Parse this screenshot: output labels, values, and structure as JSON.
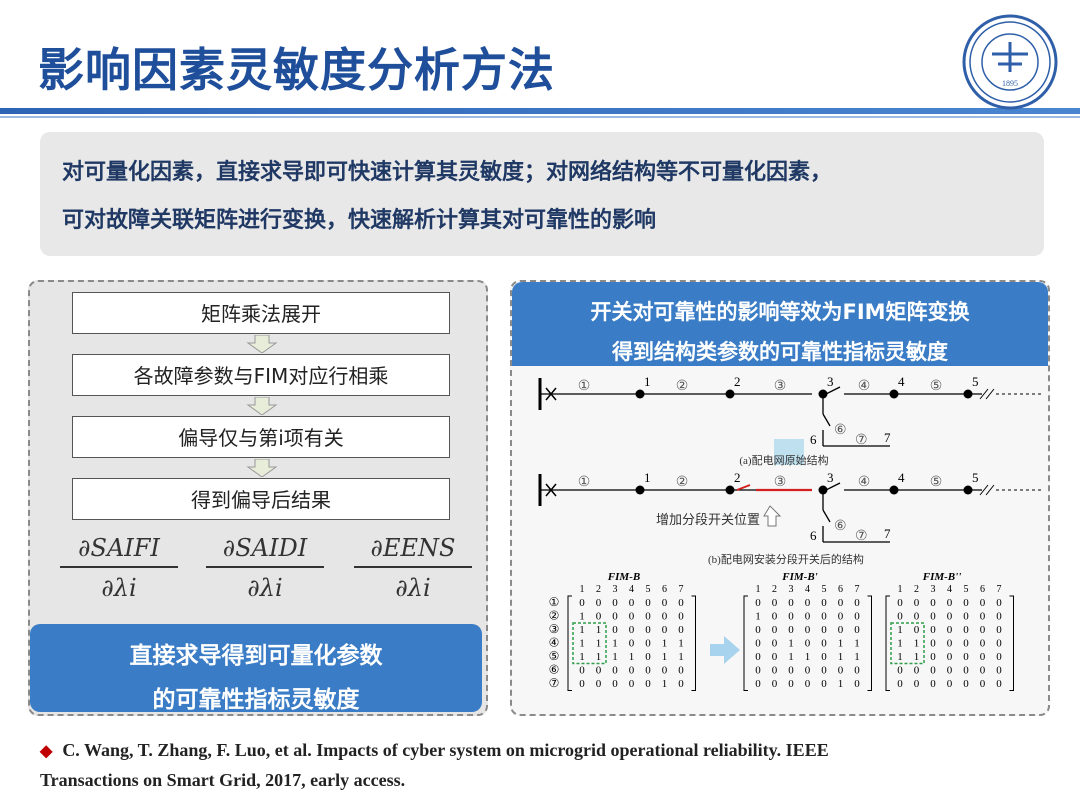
{
  "title": "影响因素灵敏度分析方法",
  "logo": {
    "icon": "university-seal-icon",
    "year": "1895"
  },
  "summary": {
    "line1": "对可量化因素，直接求导即可快速计算其灵敏度；对网络结构等不可量化因素，",
    "line2": "可对故障关联矩阵进行变换，快速解析计算其对可靠性的影响"
  },
  "left": {
    "steps": [
      "矩阵乘法展开",
      "各故障参数与FIM对应行相乘",
      "偏导仅与第i项有关",
      "得到偏导后结果"
    ],
    "formulas": [
      {
        "num": "∂SAIFI",
        "den": "∂λi"
      },
      {
        "num": "∂SAIDI",
        "den": "∂λi"
      },
      {
        "num": "∂EENS",
        "den": "∂λi"
      }
    ],
    "conclusion_line1": "直接求导得到可量化参数",
    "conclusion_line2": "的可靠性指标灵敏度"
  },
  "right": {
    "header_line1": "开关对可靠性的影响等效为FIM矩阵变换",
    "header_line2": "得到结构类参数的可靠性指标灵敏度",
    "caption_a": "(a)配电网原始结构",
    "caption_b": "(b)配电网安装分段开关后的结构",
    "annotation": "增加分段开关位置",
    "branch_labels": [
      "①",
      "②",
      "③",
      "④",
      "⑤",
      "⑥",
      "⑦"
    ],
    "node_labels": [
      "1",
      "2",
      "3",
      "4",
      "5",
      "6",
      "7"
    ],
    "matrices": [
      {
        "title": "FIM-B",
        "cols": [
          "1",
          "2",
          "3",
          "4",
          "5",
          "6",
          "7"
        ],
        "rows": [
          [
            "0",
            "0",
            "0",
            "0",
            "0",
            "0",
            "0"
          ],
          [
            "1",
            "0",
            "0",
            "0",
            "0",
            "0",
            "0"
          ],
          [
            "1",
            "1",
            "0",
            "0",
            "0",
            "0",
            "0"
          ],
          [
            "1",
            "1",
            "1",
            "0",
            "0",
            "1",
            "1"
          ],
          [
            "1",
            "1",
            "1",
            "1",
            "0",
            "1",
            "1"
          ],
          [
            "0",
            "0",
            "0",
            "0",
            "0",
            "0",
            "0"
          ],
          [
            "0",
            "0",
            "0",
            "0",
            "0",
            "1",
            "0"
          ]
        ]
      },
      {
        "title": "FIM-B'",
        "cols": [
          "1",
          "2",
          "3",
          "4",
          "5",
          "6",
          "7"
        ],
        "rows": [
          [
            "0",
            "0",
            "0",
            "0",
            "0",
            "0",
            "0"
          ],
          [
            "1",
            "0",
            "0",
            "0",
            "0",
            "0",
            "0"
          ],
          [
            "0",
            "0",
            "0",
            "0",
            "0",
            "0",
            "0"
          ],
          [
            "0",
            "0",
            "1",
            "0",
            "0",
            "1",
            "1"
          ],
          [
            "0",
            "0",
            "1",
            "1",
            "0",
            "1",
            "1"
          ],
          [
            "0",
            "0",
            "0",
            "0",
            "0",
            "0",
            "0"
          ],
          [
            "0",
            "0",
            "0",
            "0",
            "0",
            "1",
            "0"
          ]
        ]
      },
      {
        "title": "FIM-B''",
        "cols": [
          "1",
          "2",
          "3",
          "4",
          "5",
          "6",
          "7"
        ],
        "rows": [
          [
            "0",
            "0",
            "0",
            "0",
            "0",
            "0",
            "0"
          ],
          [
            "0",
            "0",
            "0",
            "0",
            "0",
            "0",
            "0"
          ],
          [
            "1",
            "0",
            "0",
            "0",
            "0",
            "0",
            "0"
          ],
          [
            "1",
            "1",
            "0",
            "0",
            "0",
            "0",
            "0"
          ],
          [
            "1",
            "1",
            "0",
            "0",
            "0",
            "0",
            "0"
          ],
          [
            "0",
            "0",
            "0",
            "0",
            "0",
            "0",
            "0"
          ],
          [
            "0",
            "0",
            "0",
            "0",
            "0",
            "0",
            "0"
          ]
        ]
      }
    ]
  },
  "citation": {
    "bullet_icon": "diamond-bullet-icon",
    "line1": "C. Wang, T. Zhang, F. Luo, et al. Impacts of cyber system on microgrid operational reliability. IEEE",
    "line2": "Transactions on Smart Grid, 2017, early access."
  },
  "colors": {
    "title": "#1f4e9a",
    "accent": "#3a7cc5",
    "highlight_box": "#2e9e4a",
    "switch": "#d42020"
  }
}
